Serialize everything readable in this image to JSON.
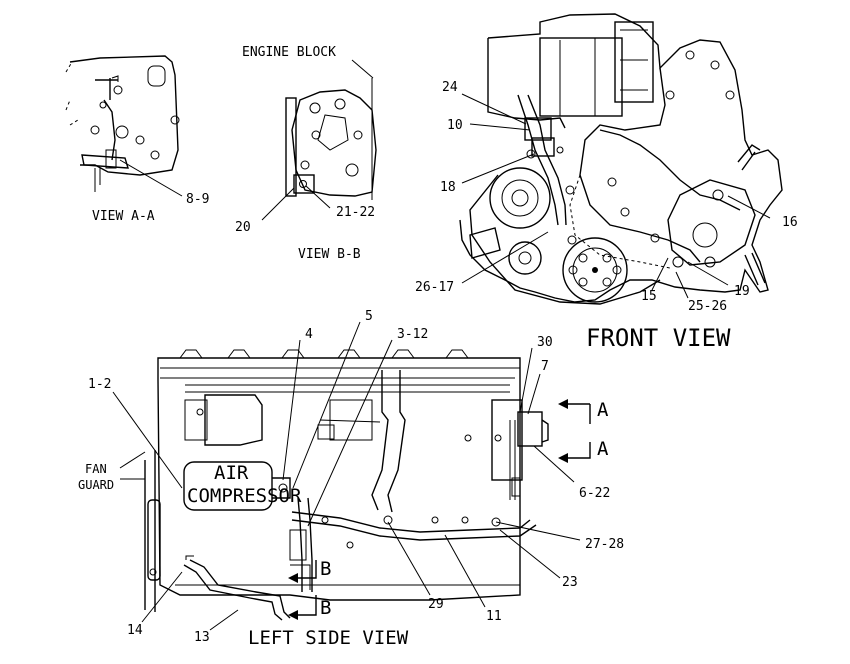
{
  "views": {
    "view_aa": "VIEW A-A",
    "view_bb": "VIEW B-B",
    "front": "FRONT VIEW",
    "left_side": "LEFT SIDE VIEW"
  },
  "labels": {
    "engine_block": "ENGINE BLOCK",
    "fan_guard_1": "FAN",
    "fan_guard_2": "GUARD",
    "air": "AIR",
    "compressor": "COMPRESSOR"
  },
  "section_markers": {
    "a_top": "A",
    "a_bottom": "A",
    "b_top": "B",
    "b_bottom": "B"
  },
  "callouts": {
    "c8_9": "8-9",
    "c20": "20",
    "c21_22": "21-22",
    "c24": "24",
    "c10": "10",
    "c18": "18",
    "c26_17": "26-17",
    "c16": "16",
    "c15": "15",
    "c19": "19",
    "c25_26": "25-26",
    "c4": "4",
    "c5": "5",
    "c3_12": "3-12",
    "c1_2": "1-2",
    "c30": "30",
    "c7": "7",
    "c6_22": "6-22",
    "c27_28": "27-28",
    "c23": "23",
    "c29": "29",
    "c11": "11",
    "c14": "14",
    "c13": "13"
  }
}
